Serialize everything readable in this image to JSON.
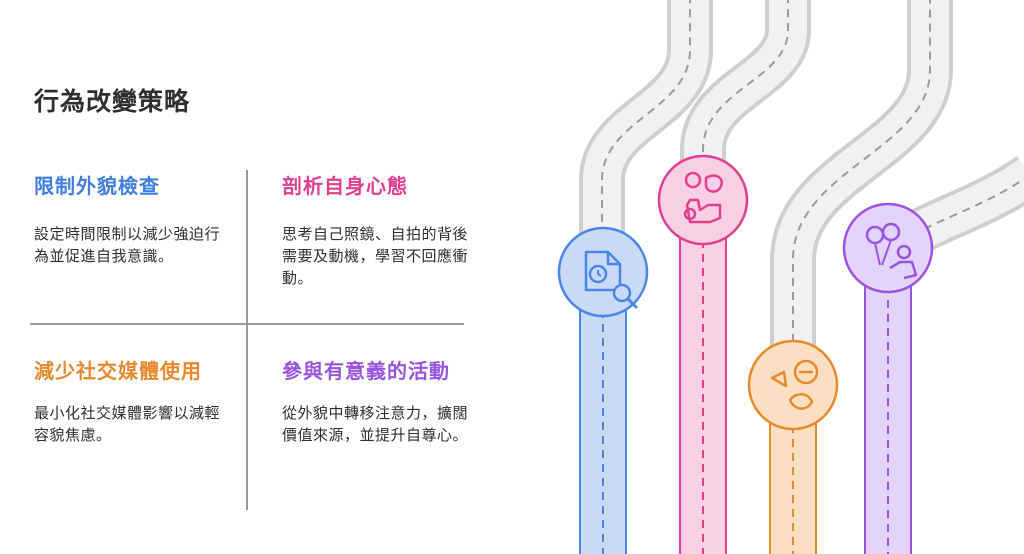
{
  "title": "行為改變策略",
  "cards": [
    {
      "title": "限制外貌檢查",
      "desc": "設定時間限制以減少強迫行為並促進自我意識。",
      "color": "#3f7fe0"
    },
    {
      "title": "剖析自身心態",
      "desc": "思考自己照鏡、自拍的背後需要及動機，學習不回應衝動。",
      "color": "#e0408f"
    },
    {
      "title": "減少社交媒體使用",
      "desc": "最小化社交媒體影響以減輕容貌焦慮。",
      "color": "#e88a2c"
    },
    {
      "title": "參與有意義的活動",
      "desc": "從外貌中轉移注意力，擴闊價值來源，並提升自尊心。",
      "color": "#9955e0"
    }
  ],
  "icons": [
    "document-clock-search-icon",
    "balloon-person-icon",
    "face-icon",
    "balloons-person-icon"
  ]
}
